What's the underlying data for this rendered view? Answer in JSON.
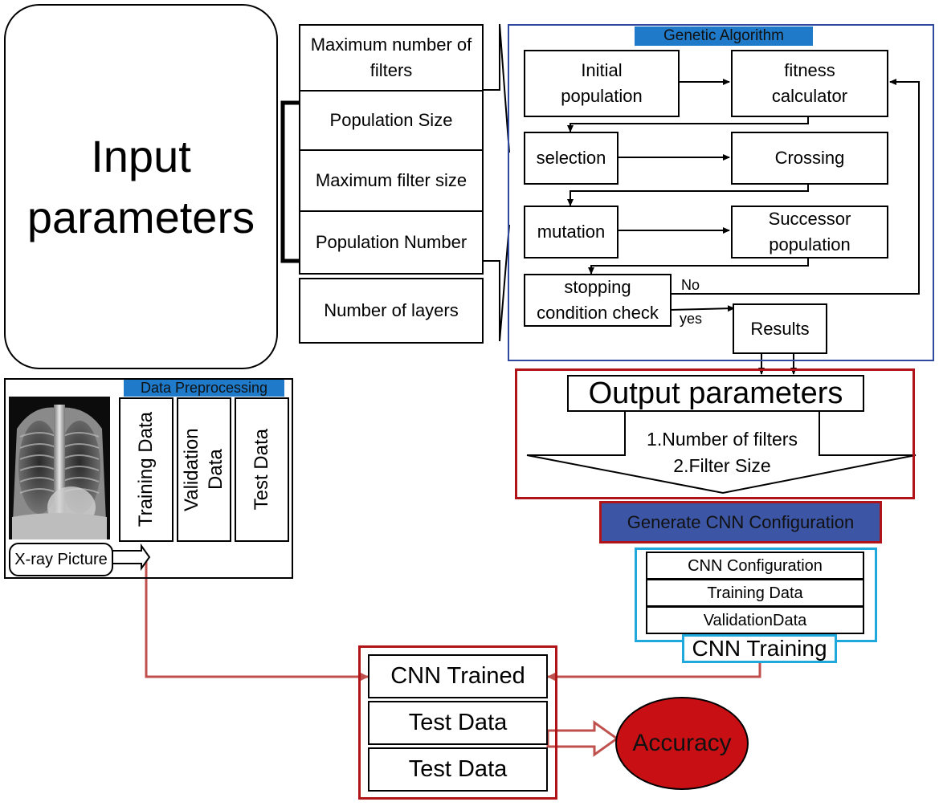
{
  "input_block": {
    "title_line1": "Input",
    "title_line2": "parameters"
  },
  "parameters": [
    "Maximum number of filters",
    "Population Size",
    "Maximum filter size",
    "Population Number",
    "Number of layers"
  ],
  "genetic_algorithm": {
    "title": "Genetic Algorithm",
    "initial_population": "Initial population",
    "fitness_calculator": "fitness calculator",
    "selection": "selection",
    "crossing": "Crossing",
    "mutation": "mutation",
    "successor_population": "Successor population",
    "stopping_check": "stopping condition check",
    "label_no": "No",
    "label_yes": "yes",
    "results": "Results"
  },
  "output_block": {
    "title": "Output parameters",
    "item1": "1.Number of filters",
    "item2": "2.Filter Size"
  },
  "generate_cnn": "Generate CNN Configuration",
  "cnn_training": {
    "rows": [
      "CNN Configuration",
      "Training Data",
      "ValidationData"
    ],
    "title": "CNN Training"
  },
  "preprocessing": {
    "title": "Data Preprocessing",
    "xray_label": "X-ray Picture",
    "columns": [
      "Training Data",
      "Validation Data",
      "Test Data"
    ]
  },
  "evaluation": {
    "rows": [
      "CNN Trained",
      "Test Data",
      "Test Data"
    ],
    "accuracy": "Accuracy"
  },
  "colors": {
    "dark_red": "#b01419",
    "arrow_red": "#c0504d",
    "ga_border": "#2e4a9e",
    "band_blue": "#1f7ac9",
    "generate_fill": "#3c55a5",
    "training_border": "#1ea8dc",
    "accuracy_fill": "#c81014"
  }
}
